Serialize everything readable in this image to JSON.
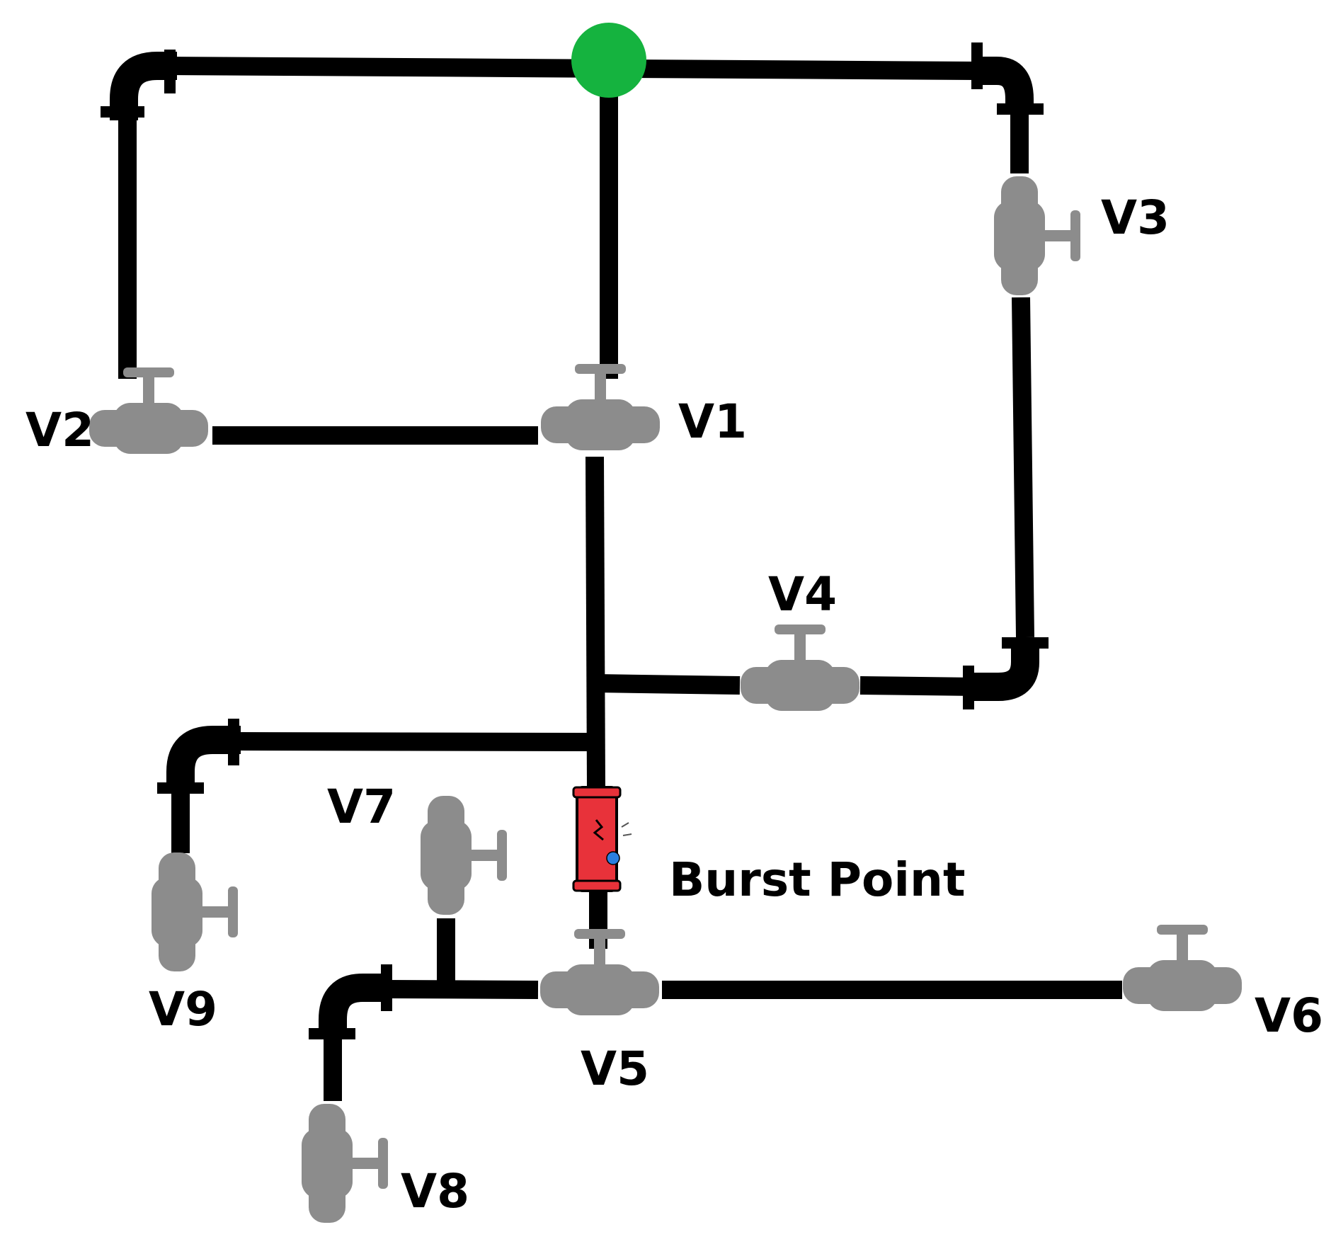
{
  "colors": {
    "pipe": "#000000",
    "valve": "#8c8c8c",
    "source": "#15b33f",
    "burst": "#e8323a",
    "leak": "#2a7fe0",
    "background": "#ffffff"
  },
  "labels": {
    "v1": "V1",
    "v2": "V2",
    "v3": "V3",
    "v4": "V4",
    "v5": "V5",
    "v6": "V6",
    "v7": "V7",
    "v8": "V8",
    "v9": "V9",
    "burst": "Burst Point"
  },
  "icons": {
    "source": "source-node-icon",
    "valve": "gate-valve-icon",
    "burst": "burst-pipe-icon",
    "elbow": "pipe-elbow-icon"
  }
}
